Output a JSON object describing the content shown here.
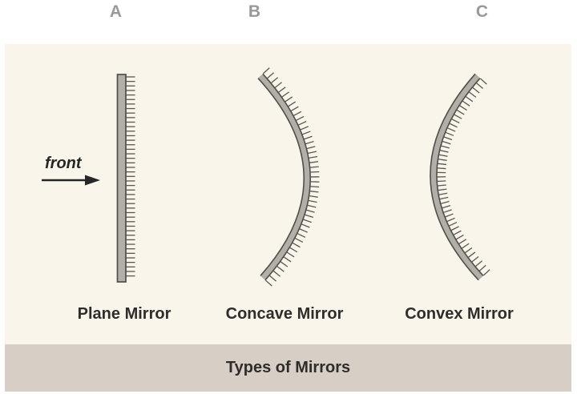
{
  "colors": {
    "page-bg": "#ffffff",
    "panel-bg": "#f9f5ea",
    "footer-bg": "#d7cfc5",
    "letter-gray": "#9a999a",
    "label-dark": "#2e2d2b",
    "mirror-fill": "#b2aea8",
    "mirror-outline": "#504e4a",
    "hatch": "#5a5751",
    "arrow": "#262626"
  },
  "top_labels": [
    {
      "label": "A"
    },
    {
      "label": "B"
    },
    {
      "label": "C"
    }
  ],
  "front_indicator": {
    "label": "front"
  },
  "mirrors": [
    {
      "label": "Plane Mirror"
    },
    {
      "label": "Concave Mirror"
    },
    {
      "label": "Convex Mirror"
    }
  ],
  "footer": {
    "title": "Types of Mirrors"
  }
}
